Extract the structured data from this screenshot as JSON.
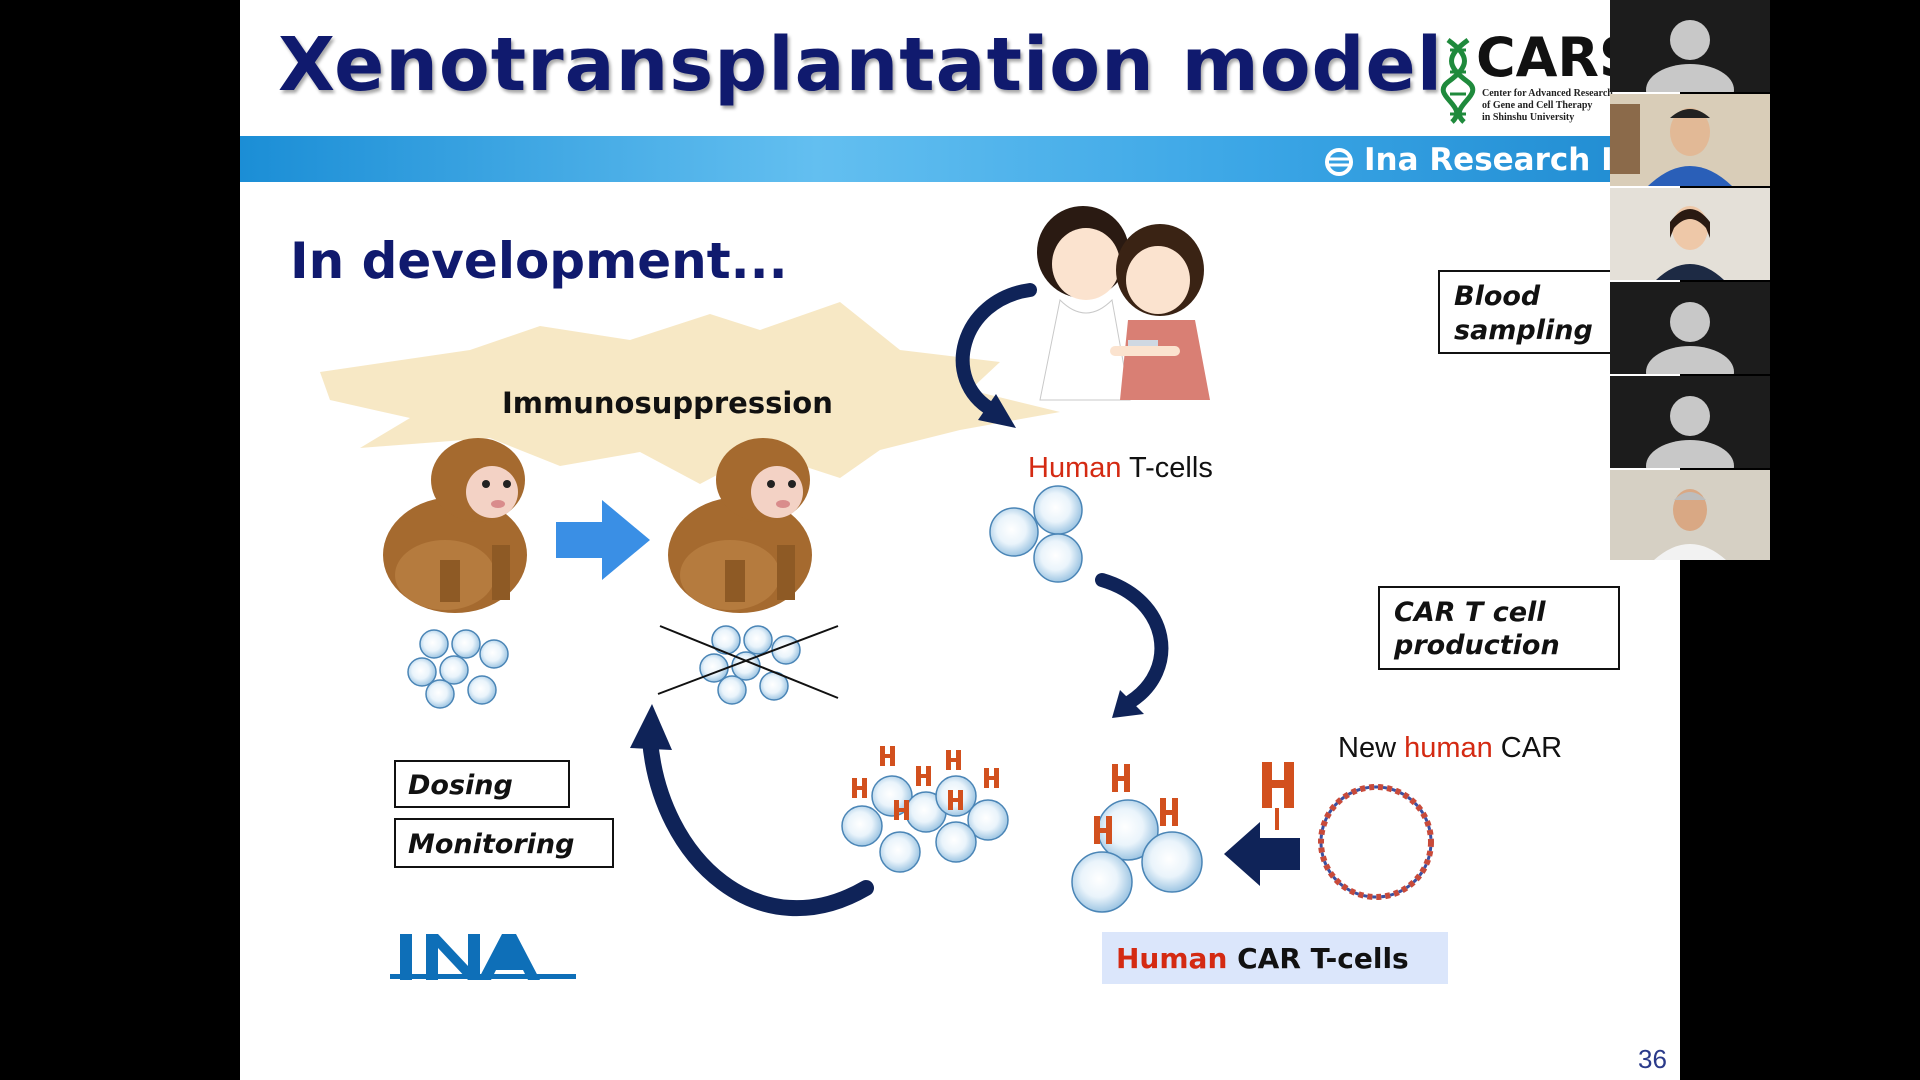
{
  "slide": {
    "title": "Xenotransplantation model",
    "subtitle": "In development...",
    "page_number": "36",
    "header_logo": {
      "name": "CARS",
      "line1": "Center for Advanced Research",
      "line2": "of Gene and Cell Therapy",
      "line3": "in Shinshu University"
    },
    "banner_text": "Ina Research In",
    "immunosuppression_label": "Immunosuppression",
    "dosing_label": "Dosing",
    "monitoring_label": "Monitoring",
    "blood_sampling_line1": "Blood",
    "blood_sampling_line2": "sampling",
    "human_tcells": {
      "highlight": "Human",
      "rest": " T-cells"
    },
    "car_production_line1": "CAR T cell",
    "car_production_line2": "production",
    "new_human_car": {
      "pre": "New ",
      "highlight": "human",
      "post": " CAR"
    },
    "human_car_tcells": {
      "highlight": "Human",
      "rest": " CAR T-cells"
    },
    "ina_logo_text": "INA",
    "colors": {
      "title": "#101a6e",
      "highlight_red": "#d42a12",
      "banner": "#2f9de0",
      "arrow_navy": "#0f2358"
    }
  },
  "video_participants": [
    {
      "kind": "avatar-placeholder"
    },
    {
      "kind": "camera-video"
    },
    {
      "kind": "camera-video"
    },
    {
      "kind": "avatar-placeholder"
    },
    {
      "kind": "avatar-placeholder"
    },
    {
      "kind": "camera-video"
    }
  ]
}
